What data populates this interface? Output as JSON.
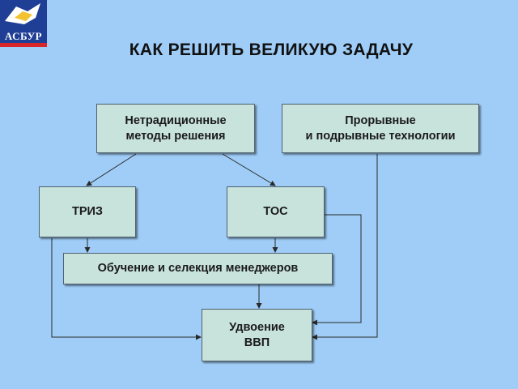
{
  "logo": {
    "text": "АСБУР"
  },
  "title": "КАК РЕШИТЬ ВЕЛИКУЮ ЗАДАЧУ",
  "boxes": {
    "nontraditional": {
      "line1": "Нетрадиционные",
      "line2": "методы решения"
    },
    "breakthrough": {
      "line1": "Прорывные",
      "line2": "и подрывные технологии"
    },
    "triz": {
      "label": "ТРИЗ"
    },
    "toc": {
      "label": "ТОС"
    },
    "training": {
      "label": "Обучение и селекция менеджеров"
    },
    "gdp": {
      "line1": "Удвоение",
      "line2": "ВВП"
    }
  },
  "colors": {
    "background": "#9fcdf7",
    "box_fill": "#c8e3dc",
    "box_border": "#506070",
    "connector": "#2a2a2a",
    "logo_blue": "#1f3f96",
    "logo_red": "#d8262b"
  }
}
